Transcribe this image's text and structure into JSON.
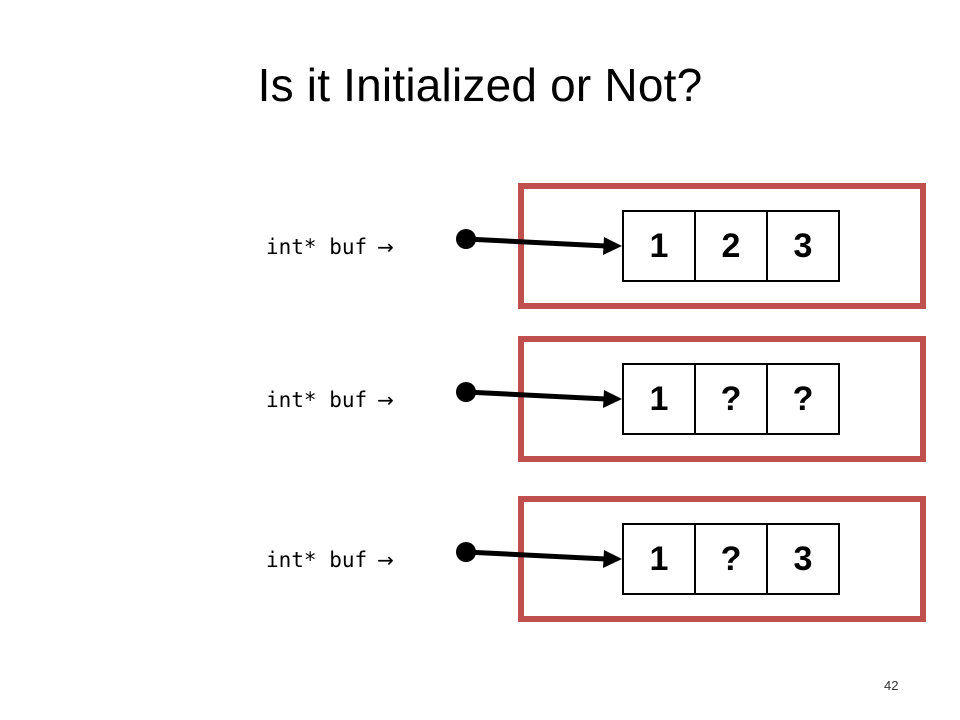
{
  "slide": {
    "title": "Is it Initialized or Not?",
    "page_number": "42"
  },
  "colors": {
    "box_border": "#c0504d",
    "arrow": "#000000"
  },
  "rows": [
    {
      "label": "int* buf",
      "arrow_glyph": "→",
      "cells": [
        "1",
        "2",
        "3"
      ]
    },
    {
      "label": "int* buf",
      "arrow_glyph": "→",
      "cells": [
        "1",
        "?",
        "?"
      ]
    },
    {
      "label": "int* buf",
      "arrow_glyph": "→",
      "cells": [
        "1",
        "?",
        "3"
      ]
    }
  ]
}
